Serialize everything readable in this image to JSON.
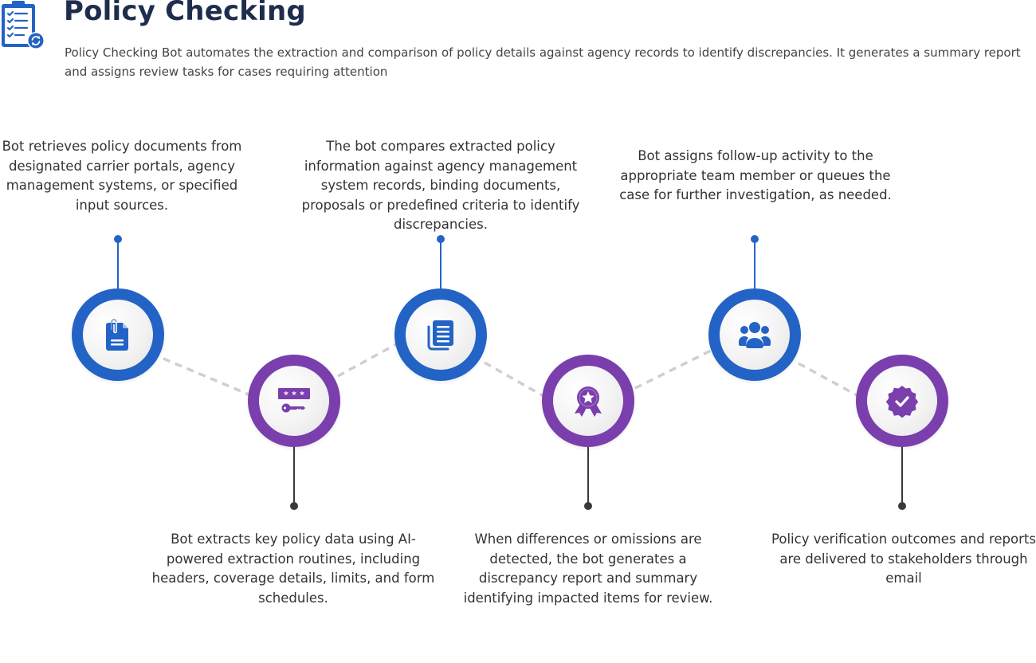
{
  "header": {
    "icon": "clipboard-checklist-sync-icon",
    "title": "Policy Checking",
    "description": "Policy Checking Bot automates the extraction and comparison of policy details against agency records to identify discrepancies. It generates a summary report and assigns review tasks for cases requiring attention"
  },
  "colors": {
    "blue": "#2463c6",
    "purple": "#7a3fad",
    "title": "#1f2d4d",
    "connector": "#cfcfcf",
    "stem_dark": "#3a3a3a"
  },
  "steps": [
    {
      "index": 1,
      "icon": "document-clip-icon",
      "color": "blue",
      "position": "top",
      "text": "Bot retrieves policy documents from designated carrier portals, agency management systems, or specified input sources."
    },
    {
      "index": 2,
      "icon": "password-key-icon",
      "color": "purple",
      "position": "bottom",
      "text": "Bot extracts key policy data using AI-powered extraction routines, including headers, coverage details, limits, and form schedules."
    },
    {
      "index": 3,
      "icon": "documents-stack-icon",
      "color": "blue",
      "position": "top",
      "text": "The bot compares extracted policy information against agency management system records, binding documents, proposals or predefined criteria to identify discrepancies."
    },
    {
      "index": 4,
      "icon": "award-badge-icon",
      "color": "purple",
      "position": "bottom",
      "text": "When differences or omissions are detected, the bot generates a discrepancy report and summary identifying impacted items for review."
    },
    {
      "index": 5,
      "icon": "team-users-icon",
      "color": "blue",
      "position": "top",
      "text": "Bot assigns follow-up activity to the appropriate team member or queues the case for further investigation, as needed."
    },
    {
      "index": 6,
      "icon": "verified-check-badge-icon",
      "color": "purple",
      "position": "bottom",
      "text": "Policy verification outcomes and reports are delivered to stakeholders through email"
    }
  ]
}
